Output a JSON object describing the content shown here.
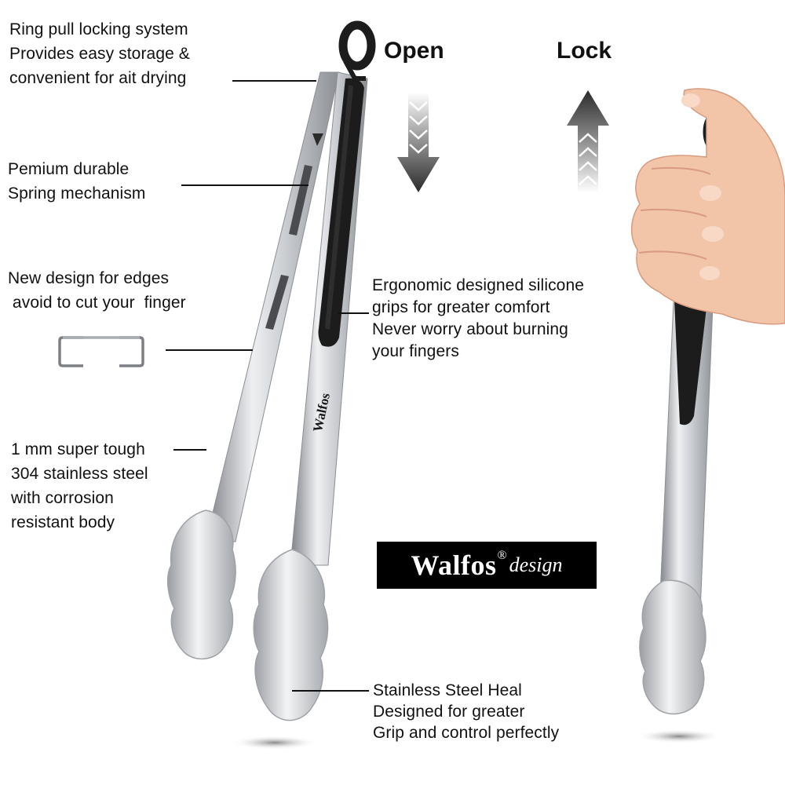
{
  "features": {
    "ring_lock": [
      "Ring pull locking system",
      "Provides easy storage &",
      "convenient for ait drying"
    ],
    "spring": [
      "Pemium durable",
      "Spring mechanism"
    ],
    "edges": [
      "New design for edges",
      " avoid to cut your  finger"
    ],
    "steel": [
      "1 mm super tough",
      "304 stainless steel",
      "with corrosion",
      "resistant body"
    ],
    "grips": [
      "Ergonomic designed silicone",
      "grips for greater comfort",
      "Never worry about burning",
      "your fingers"
    ],
    "heal": [
      "Stainless Steel Heal",
      "Designed for greater",
      "Grip and control perfectly"
    ]
  },
  "modes": {
    "open": "Open",
    "lock": "Lock"
  },
  "brand": {
    "name": "Walfos",
    "registered": "®",
    "suffix": "design",
    "engraving": "Walfos"
  },
  "colors": {
    "text": "#111111",
    "steel_light": "#e6e7e9",
    "steel_dark": "#8b8e93",
    "silicone": "#1c1c1c",
    "arrow": "#2b2b2b",
    "skin": "#f2c4a8"
  },
  "icons": [
    "down-arrow-icon",
    "up-arrow-icon",
    "edge-profile-icon"
  ]
}
